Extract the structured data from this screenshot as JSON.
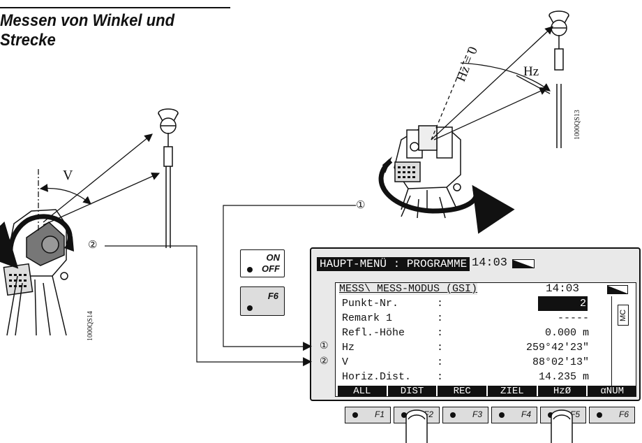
{
  "heading": "Messen von Winkel und Strecke",
  "labels": {
    "vertical_angle": "V",
    "horizontal_angle": "Hz",
    "hz_zero": "Hz = 0"
  },
  "figure_codes": {
    "right_instrument": "1000QS13",
    "left_instrument": "1000QS14"
  },
  "step_markers": {
    "step_1": "①",
    "step_2": "②"
  },
  "keys": {
    "on_label": "ON",
    "off_label": "OFF",
    "f6_label": "F6"
  },
  "main_menu": {
    "title": "HAUPT-MENÜ : PROGRAMME",
    "time": "14:03"
  },
  "measure_screen": {
    "title": "MESS\\ MESS-MODUS (GSI)",
    "time": "14:03",
    "mode_icon_label": "MC",
    "rows": [
      {
        "label": "Punkt-Nr.",
        "sep": ":",
        "value": "2",
        "marker": ""
      },
      {
        "label": "Remark 1",
        "sep": ":",
        "value": "-----",
        "marker": ""
      },
      {
        "label": "Refl.-Höhe",
        "sep": ":",
        "value": "0.000 m",
        "marker": ""
      },
      {
        "label": "Hz",
        "sep": ":",
        "value": "259°42'23\"",
        "marker": "①"
      },
      {
        "label": "V",
        "sep": ":",
        "value": "88°02'13\"",
        "marker": "②"
      },
      {
        "label": "Horiz.Dist.",
        "sep": ":",
        "value": "14.235 m",
        "marker": ""
      }
    ],
    "softkeys": [
      "ALL",
      "DIST",
      "REC",
      "ZIEL",
      "HzØ",
      "αNUM"
    ]
  },
  "function_keys": [
    "F1",
    "F2",
    "F3",
    "F4",
    "F5",
    "F6"
  ]
}
